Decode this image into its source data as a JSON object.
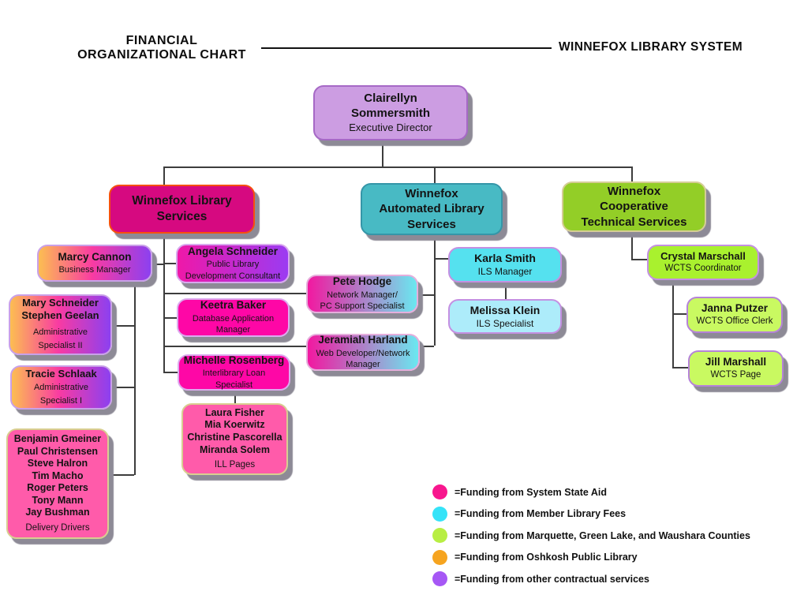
{
  "header": {
    "chart_title": "FINANCIAL\nORGANIZATIONAL CHART",
    "org_name": "WINNEFOX LIBRARY SYSTEM"
  },
  "boxes": {
    "exec": {
      "name": "Clairellyn\nSommersmith",
      "role": "Executive Director"
    },
    "wls": {
      "name": "Winnefox Library\nServices"
    },
    "wals": {
      "name": "Winnefox\nAutomated Library\nServices"
    },
    "wcts": {
      "name": "Winnefox\nCooperative\nTechnical Services"
    },
    "marcy": {
      "name": "Marcy Cannon",
      "role": "Business Manager"
    },
    "mary": {
      "name": "Mary Schneider\nStephen Geelan",
      "role": "Administrative\nSpecialist II"
    },
    "tracie": {
      "name": "Tracie Schlaak",
      "role": "Administrative\nSpecialist I"
    },
    "drivers": {
      "name": "Benjamin Gmeiner\nPaul Christensen\nSteve Halron\nTim Macho\nRoger Peters\nTony Mann\nJay Bushman",
      "role": "Delivery Drivers"
    },
    "angela": {
      "name": "Angela Schneider",
      "role": "Public Library\nDevelopment Consultant"
    },
    "keetra": {
      "name": "Keetra Baker",
      "role": "Database Application\nManager"
    },
    "michelle": {
      "name": "Michelle Rosenberg",
      "role": "Interlibrary Loan\nSpecialist"
    },
    "illpages": {
      "name": "Laura Fisher\nMia Koerwitz\nChristine Pascorella\nMiranda Solem",
      "role": "ILL Pages"
    },
    "pete": {
      "name": "Pete Hodge",
      "role": "Network Manager/\nPC Support Specialist"
    },
    "jeramiah": {
      "name": "Jeramiah Harland",
      "role": "Web Developer/Network\nManager"
    },
    "karla": {
      "name": "Karla Smith",
      "role": "ILS Manager"
    },
    "melissa": {
      "name": "Melissa Klein",
      "role": "ILS Specialist"
    },
    "crystal": {
      "name": "Crystal Marschall",
      "role": "WCTS Coordinator"
    },
    "janna": {
      "name": "Janna Putzer",
      "role": "WCTS Office Clerk"
    },
    "jill": {
      "name": "Jill Marshall",
      "role": "WCTS Page"
    }
  },
  "legend": {
    "items": [
      {
        "color": "#F8178E",
        "label": "=Funding from System State Aid"
      },
      {
        "color": "#35E3F8",
        "label": "=Funding from Member Library Fees"
      },
      {
        "color": "#B8EE43",
        "label": "=Funding from Marquette, Green Lake, and Waushara Counties"
      },
      {
        "color": "#F6A41F",
        "label": "=Funding from Oshkosh Public Library"
      },
      {
        "color": "#A657F5",
        "label": "=Funding from other contractual services"
      }
    ]
  }
}
